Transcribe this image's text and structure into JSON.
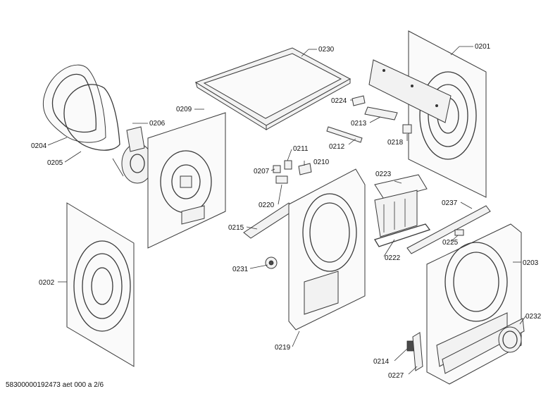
{
  "callouts": {
    "c0201": "0201",
    "c0202": "0202",
    "c0203": "0203",
    "c0204": "0204",
    "c0205": "0205",
    "c0206": "0206",
    "c0207": "0207",
    "c0209": "0209",
    "c0210": "0210",
    "c0211": "0211",
    "c0212": "0212",
    "c0213": "0213",
    "c0214": "0214",
    "c0215": "0215",
    "c0218": "0218",
    "c0219": "0219",
    "c0220": "0220",
    "c0222": "0222",
    "c0223": "0223",
    "c0224": "0224",
    "c0225": "0225",
    "c0227": "0227",
    "c0230": "0230",
    "c0231": "0231",
    "c0232": "0232",
    "c0237": "0237"
  },
  "footer": {
    "reference": "583000001924​73 aet 000 a 2/6"
  }
}
